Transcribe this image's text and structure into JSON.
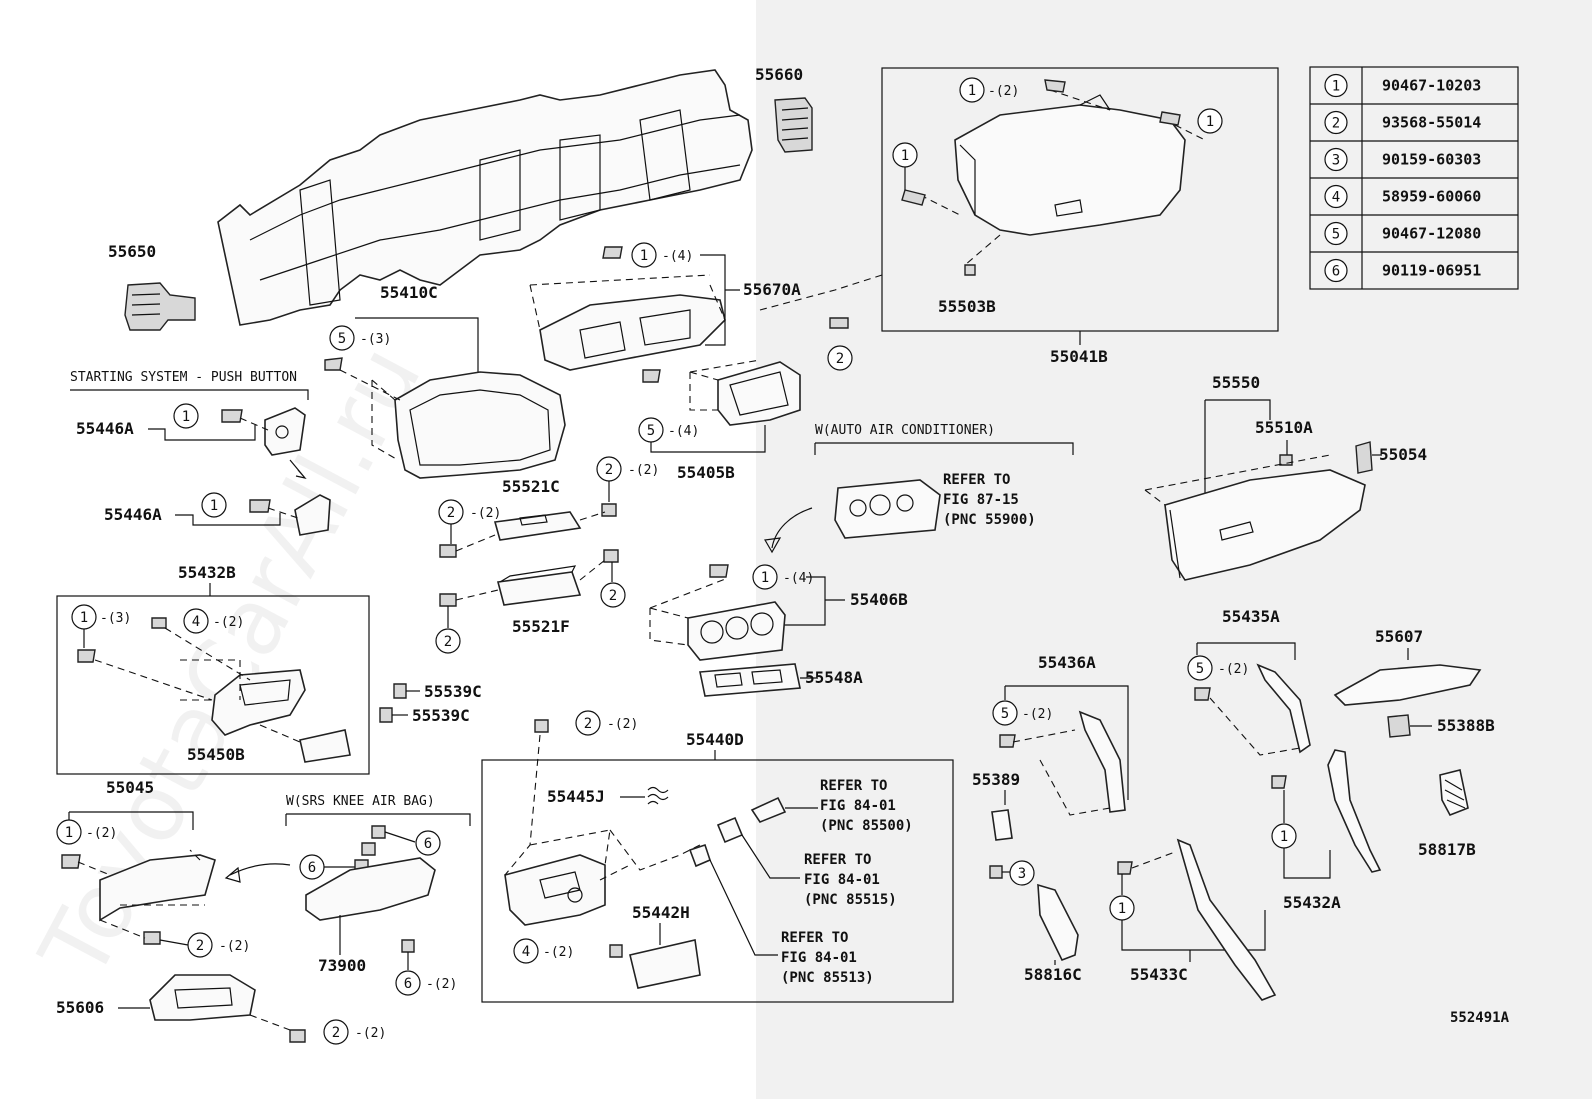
{
  "diagram_id": "552491A",
  "watermark": "ToyotaCarAll.ru",
  "legend": [
    {
      "num": "1",
      "part": "90467-10203"
    },
    {
      "num": "2",
      "part": "93568-55014"
    },
    {
      "num": "3",
      "part": "90159-60303"
    },
    {
      "num": "4",
      "part": "58959-60060"
    },
    {
      "num": "5",
      "part": "90467-12080"
    },
    {
      "num": "6",
      "part": "90119-06951"
    }
  ],
  "sections": {
    "starting_system": "STARTING SYSTEM - PUSH BUTTON",
    "auto_air": "W(AUTO AIR CONDITIONER)",
    "srs_knee": "W(SRS KNEE AIR BAG)"
  },
  "refs": {
    "r1": [
      "REFER TO",
      "FIG 87-15",
      "(PNC 55900)"
    ],
    "r2": [
      "REFER TO",
      "FIG 84-01",
      "(PNC 85500)"
    ],
    "r3": [
      "REFER TO",
      "FIG 84-01",
      "(PNC 85515)"
    ],
    "r4": [
      "REFER TO",
      "FIG 84-01",
      "(PNC 85513)"
    ]
  },
  "labels": {
    "p55660": "55660",
    "p55650": "55650",
    "p55670A": "55670A",
    "p55410C": "55410C",
    "p55503B": "55503B",
    "p55041B": "55041B",
    "p55446A_1": "55446A",
    "p55446A_2": "55446A",
    "p55405B": "55405B",
    "p55521C": "55521C",
    "p55521F": "55521F",
    "p55550": "55550",
    "p55510A": "55510A",
    "p55054": "55054",
    "p55432B": "55432B",
    "p55450B": "55450B",
    "p55539C_1": "55539C",
    "p55539C_2": "55539C",
    "p55406B": "55406B",
    "p55548A": "55548A",
    "p55435A": "55435A",
    "p55607": "55607",
    "p55436A": "55436A",
    "p55388B": "55388B",
    "p55440D": "55440D",
    "p55045": "55045",
    "p55445J": "55445J",
    "p55389": "55389",
    "p58817B": "58817B",
    "p55432A": "55432A",
    "p73900": "73900",
    "p55442H": "55442H",
    "p58816C": "58816C",
    "p55433C": "55433C",
    "p55606": "55606"
  },
  "qty": {
    "q2": "-(2)",
    "q3": "-(3)",
    "q4": "-(4)"
  }
}
